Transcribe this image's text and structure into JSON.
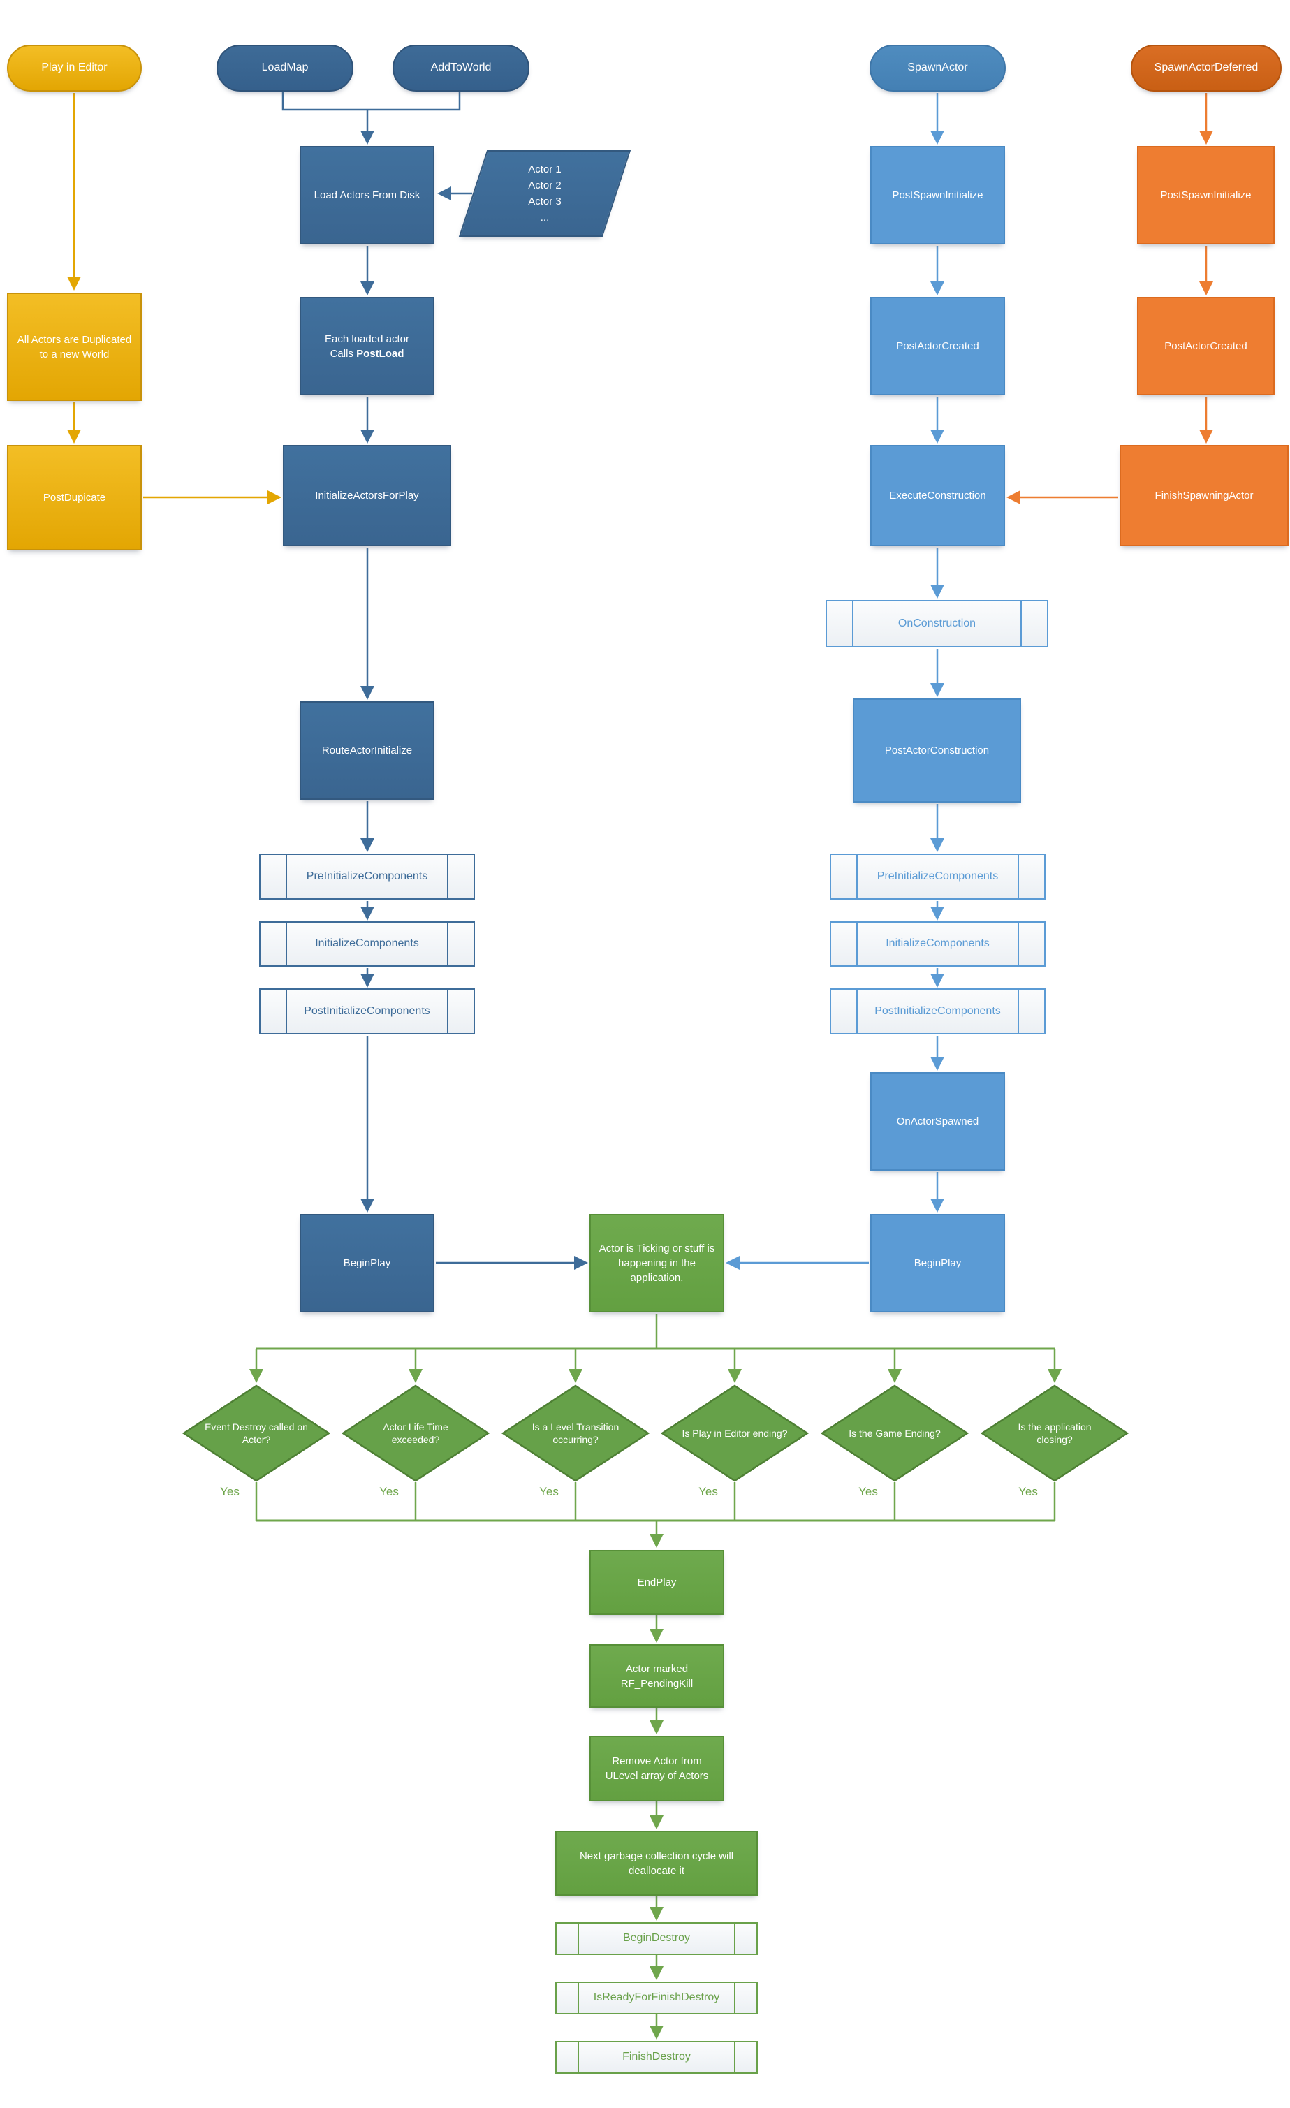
{
  "colors": {
    "gold": "#E3A603",
    "dark_blue": "#3E6C99",
    "light_blue": "#5B9BD5",
    "orange": "#ED7D31",
    "green": "#6FA64C"
  },
  "nodes": {
    "play_in_editor": "Play in Editor",
    "load_map": "LoadMap",
    "add_to_world": "AddToWorld",
    "spawn_actor": "SpawnActor",
    "spawn_actor_deferred": "SpawnActorDeferred",
    "load_actors_from_disk": "Load Actors From Disk",
    "actor_list": {
      "line1": "Actor 1",
      "line2": "Actor 2",
      "line3": "Actor 3",
      "line4": "..."
    },
    "all_actors_duplicated": "All Actors are Duplicated to a new World",
    "each_loaded_actor": {
      "line1": "Each loaded actor",
      "line2": "Calls",
      "line2_bold": "PostLoad"
    },
    "post_dupicate": "PostDupicate",
    "initialize_actors_for_play": "InitializeActorsForPlay",
    "post_spawn_initialize_blue": "PostSpawnInitialize",
    "post_spawn_initialize_orange": "PostSpawnInitialize",
    "post_actor_created_blue": "PostActorCreated",
    "post_actor_created_orange": "PostActorCreated",
    "execute_construction": "ExecuteConstruction",
    "finish_spawning_actor": "FinishSpawningActor",
    "on_construction": "OnConstruction",
    "post_actor_construction": "PostActorConstruction",
    "route_actor_initialize": "RouteActorInitialize",
    "pre_initialize_components_left": "PreInitializeComponents",
    "initialize_components_left": "InitializeComponents",
    "post_initialize_components_left": "PostInitializeComponents",
    "pre_initialize_components_right": "PreInitializeComponents",
    "initialize_components_right": "InitializeComponents",
    "post_initialize_components_right": "PostInitializeComponents",
    "on_actor_spawned": "OnActorSpawned",
    "begin_play_left": "BeginPlay",
    "begin_play_right": "BeginPlay",
    "actor_ticking": "Actor is Ticking or stuff is happening in the application.",
    "end_play": "EndPlay",
    "actor_marked_pending_kill": "Actor marked RF_PendingKill",
    "remove_actor_from_ulevel": "Remove Actor from ULevel array of Actors",
    "next_garbage_collection": "Next garbage collection cycle will deallocate it",
    "begin_destroy": "BeginDestroy",
    "is_ready_for_finish_destroy": "IsReadyForFinishDestroy",
    "finish_destroy": "FinishDestroy"
  },
  "decisions": [
    {
      "label": "Event Destroy called on Actor?",
      "branch": "Yes"
    },
    {
      "label": "Actor Life Time exceeded?",
      "branch": "Yes"
    },
    {
      "label": "Is a Level Transition occurring?",
      "branch": "Yes"
    },
    {
      "label": "Is Play in Editor ending?",
      "branch": "Yes"
    },
    {
      "label": "Is the Game Ending?",
      "branch": "Yes"
    },
    {
      "label": "Is the application closing?",
      "branch": "Yes"
    }
  ]
}
